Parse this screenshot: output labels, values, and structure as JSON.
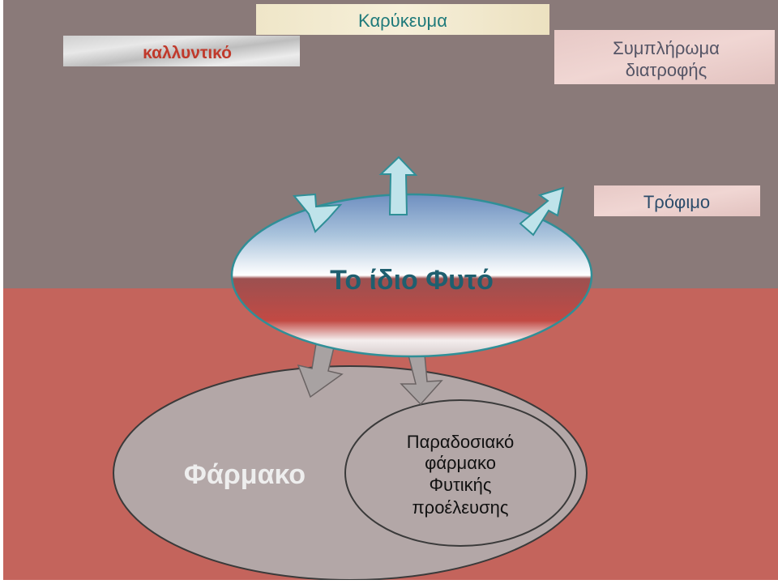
{
  "labels": {
    "cosmetic": "καλλυντικό",
    "spice": "Καρύκευμα",
    "supplement_line1": "Συμπλήρωμα",
    "supplement_line2": "διατροφής",
    "food": "Τρόφιμο",
    "plant": "Το ίδιο Φυτό",
    "drug": "Φάρμακο",
    "traditional_line1": "Παραδοσιακό",
    "traditional_line2": "φάρμακο",
    "traditional_line3": "Φυτικής",
    "traditional_line4": "προέλευσης"
  },
  "colors": {
    "top_band": "#8a7a79",
    "bottom_band": "#c4645c",
    "cosmetic_text": "#c0392b",
    "spice_text": "#1f7a7a",
    "supplement_text": "#555566",
    "food_text": "#2c4c6a",
    "plant_text": "#1f5f6f",
    "drug_text": "#eeeeee",
    "traditional_text": "#111111",
    "up_arrow": "#bfe3ea",
    "down_arrow": "#a8a2a2",
    "drug_fill": "#b3a7a7"
  }
}
